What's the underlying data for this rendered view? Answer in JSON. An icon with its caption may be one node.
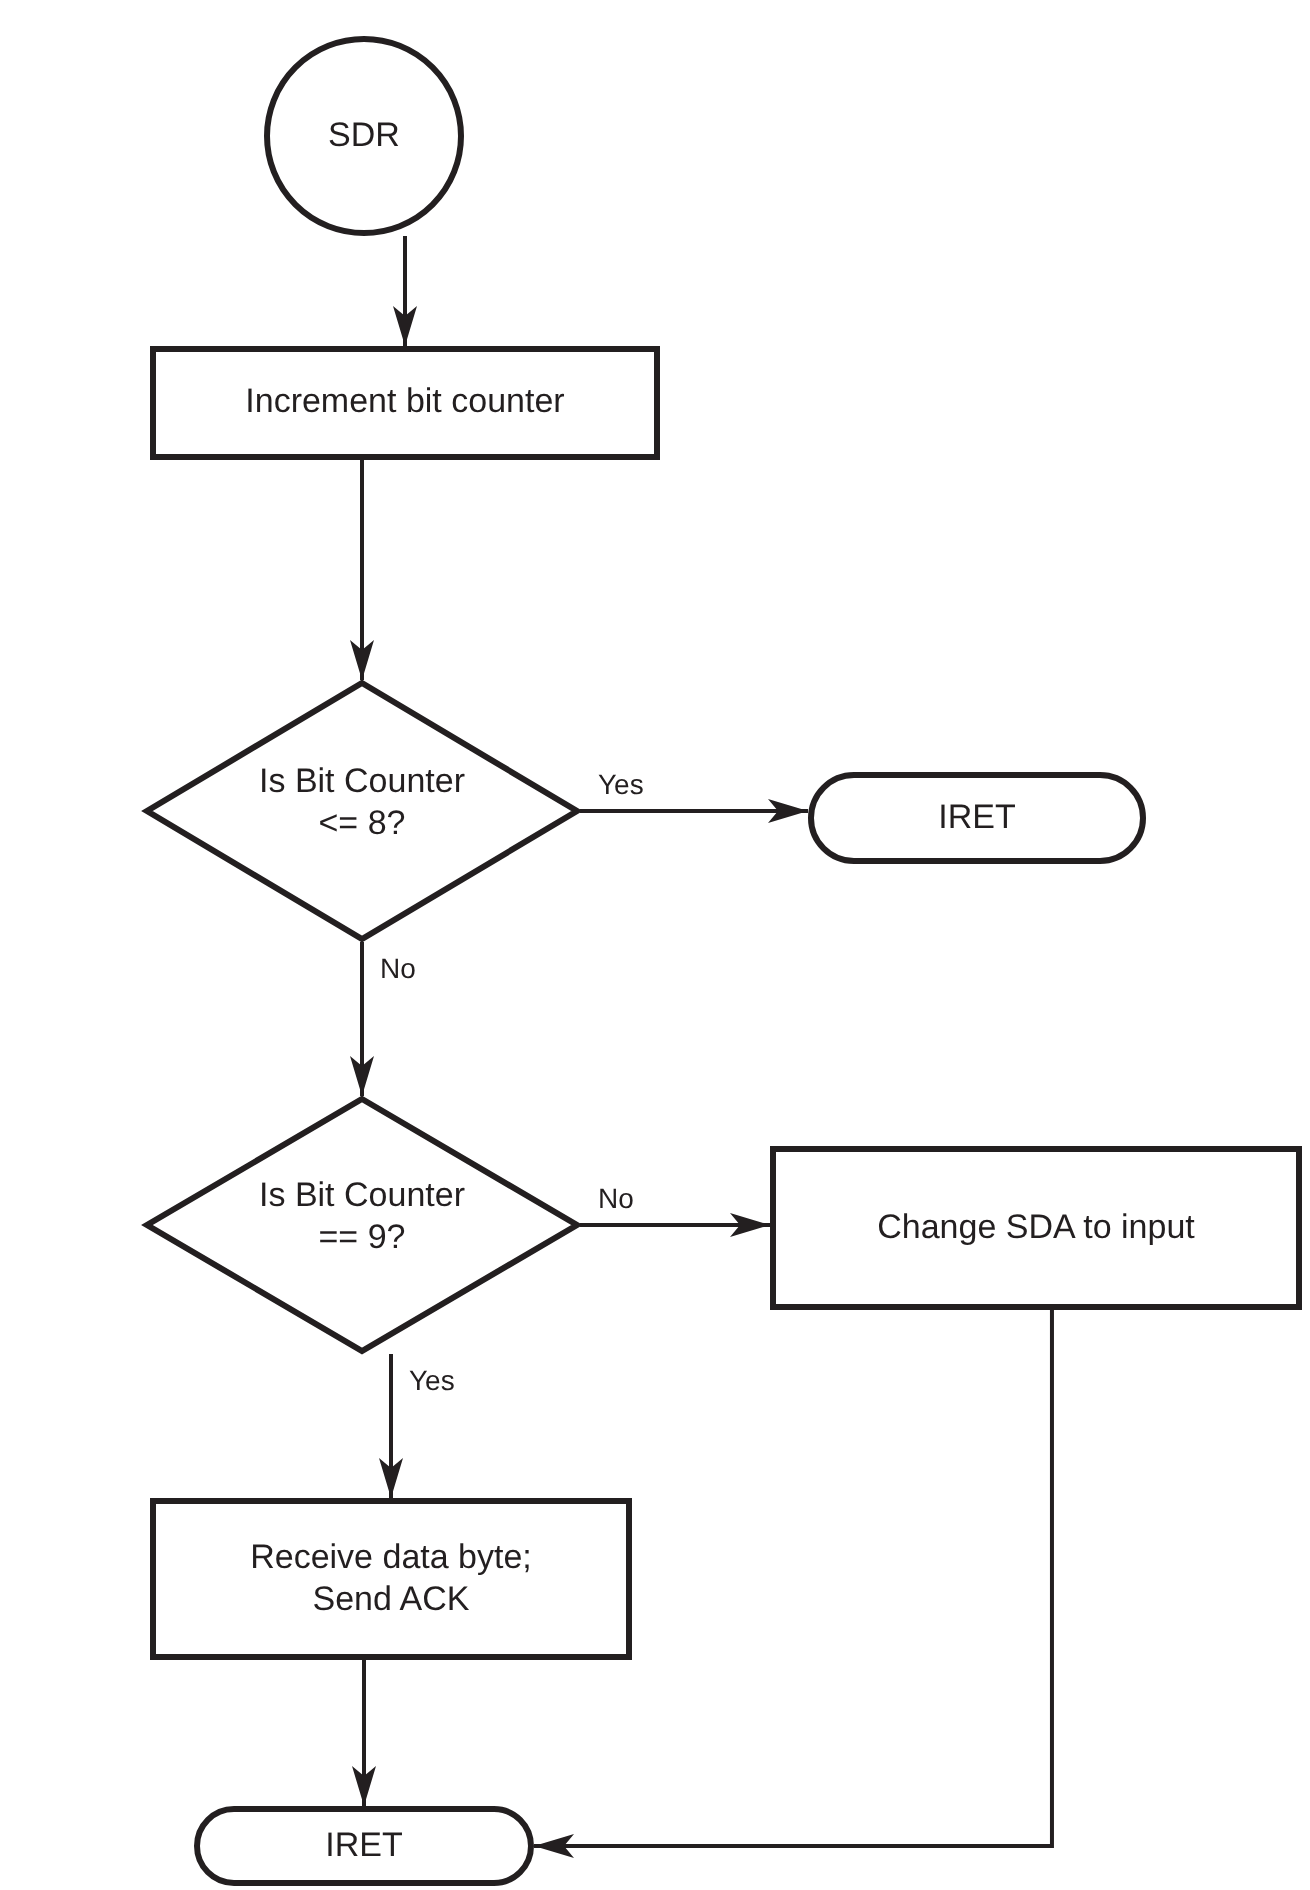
{
  "diagram": {
    "nodes": [
      {
        "text": [
          "SDR"
        ]
      },
      {
        "text": [
          "Increment bit counter"
        ]
      },
      {
        "text": [
          "Is Bit Counter <= 8?"
        ]
      },
      {
        "text": [
          "IRET"
        ]
      },
      {
        "text": [
          "Is Bit Counter == 9?"
        ]
      },
      {
        "text": [
          "Change SDA to input"
        ]
      },
      {
        "text": [
          "Receive data byte; Send ACK"
        ]
      },
      {
        "text": [
          "IRET"
        ]
      }
    ],
    "edges": [
      {
        "from": 0,
        "to": 1,
        "arrow": "to"
      },
      {
        "from": 1,
        "to": 2,
        "arrow": "to"
      },
      {
        "from": 2,
        "to": 3,
        "label": "Yes",
        "arrow": "to"
      },
      {
        "from": 2,
        "to": 4,
        "label": "No",
        "arrow": "to"
      },
      {
        "from": 4,
        "to": 5,
        "label": "No",
        "arrow": "to"
      },
      {
        "from": 4,
        "to": 6,
        "label": "Yes",
        "arrow": "to"
      },
      {
        "from": 6,
        "to": 7,
        "arrow": "to"
      },
      {
        "from": 5,
        "to": 7,
        "arrow": "to"
      }
    ]
  }
}
